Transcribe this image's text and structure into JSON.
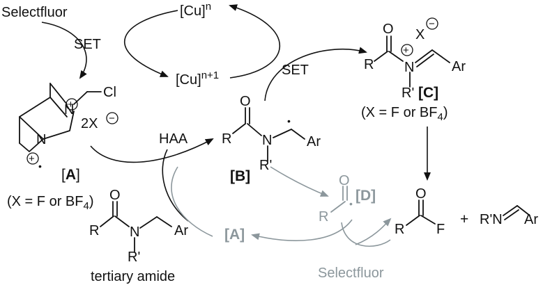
{
  "labels": {
    "selectfluor_top": "Selectfluor",
    "cu_n": "[Cu]",
    "cu_n_sup": "n",
    "cu_n1": "[Cu]",
    "cu_n1_sup": "n+1",
    "set_left": "SET",
    "set_right": "SET",
    "haa": "HAA",
    "tertiary_amide": "tertiary amide",
    "selectfluor_bottom": "Selectfluor"
  },
  "compounds": {
    "A_label_open": "[",
    "A_label_letter": "A",
    "A_label_close": "]",
    "A_note_prefix": "(X = F or BF",
    "A_note_sub": "4",
    "A_note_suffix": ")",
    "A_cl": "Cl",
    "A_counterion": "2X",
    "B_label": "[B]",
    "C_label": "[C]",
    "C_note_prefix": "(X = F or BF",
    "C_note_sub": "4",
    "C_note_suffix": ")",
    "D_label": "[D]",
    "A_gray_label": "[A]",
    "plus": "+"
  },
  "atoms": {
    "R": "R",
    "O": "O",
    "N": "N",
    "Rp": "R'",
    "Ar": "Ar",
    "F": "F",
    "X": "X",
    "RpN": "R'N"
  },
  "symbols": {
    "plus_charge": "+",
    "minus_charge": "−",
    "radical": "•"
  },
  "colors": {
    "ink": "#111111",
    "gray_pathway": "#8c979c"
  }
}
